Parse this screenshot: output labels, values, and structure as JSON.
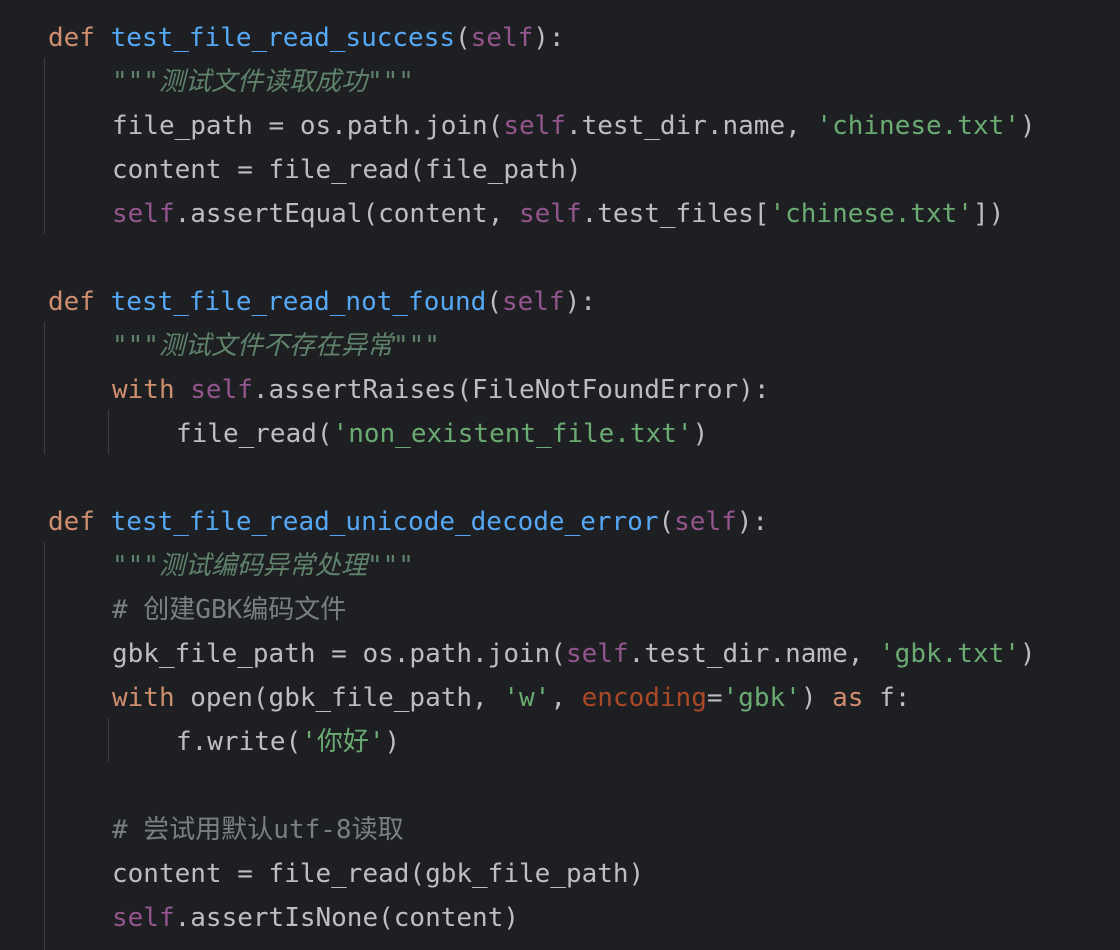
{
  "colors": {
    "background": "#1e1f22",
    "text": "#bcbec4",
    "keyword": "#cf8e6d",
    "function": "#56a8f5",
    "self": "#94558d",
    "string": "#6aab73",
    "docstring": "#5f826b",
    "comment": "#7a7e85",
    "named_param": "#aa4926",
    "indent_guide": "#3b3d42"
  },
  "code": {
    "lines": [
      {
        "indent": 0,
        "tokens": [
          {
            "t": "def",
            "k": "kw"
          },
          {
            "t": " ",
            "k": "text"
          },
          {
            "t": "test_file_read_success",
            "k": "fn"
          },
          {
            "t": "(",
            "k": "text"
          },
          {
            "t": "self",
            "k": "self"
          },
          {
            "t": "):",
            "k": "text"
          }
        ]
      },
      {
        "indent": 1,
        "tokens": [
          {
            "t": "\"\"\"测试文件读取成功\"\"\"",
            "k": "doc"
          }
        ]
      },
      {
        "indent": 1,
        "tokens": [
          {
            "t": "file_path = os.path.join(",
            "k": "text"
          },
          {
            "t": "self",
            "k": "self"
          },
          {
            "t": ".test_dir.name, ",
            "k": "text"
          },
          {
            "t": "'chinese.txt'",
            "k": "str"
          },
          {
            "t": ")",
            "k": "text"
          }
        ]
      },
      {
        "indent": 1,
        "tokens": [
          {
            "t": "content = file_read(file_path)",
            "k": "text"
          }
        ]
      },
      {
        "indent": 1,
        "tokens": [
          {
            "t": "self",
            "k": "self"
          },
          {
            "t": ".assertEqual(content, ",
            "k": "text"
          },
          {
            "t": "self",
            "k": "self"
          },
          {
            "t": ".test_files[",
            "k": "text"
          },
          {
            "t": "'chinese.txt'",
            "k": "str"
          },
          {
            "t": "])",
            "k": "text"
          }
        ]
      },
      {
        "indent": 0,
        "tokens": []
      },
      {
        "indent": 0,
        "tokens": [
          {
            "t": "def",
            "k": "kw"
          },
          {
            "t": " ",
            "k": "text"
          },
          {
            "t": "test_file_read_not_found",
            "k": "fn"
          },
          {
            "t": "(",
            "k": "text"
          },
          {
            "t": "self",
            "k": "self"
          },
          {
            "t": "):",
            "k": "text"
          }
        ]
      },
      {
        "indent": 1,
        "tokens": [
          {
            "t": "\"\"\"测试文件不存在异常\"\"\"",
            "k": "doc"
          }
        ]
      },
      {
        "indent": 1,
        "tokens": [
          {
            "t": "with",
            "k": "kw"
          },
          {
            "t": " ",
            "k": "text"
          },
          {
            "t": "self",
            "k": "self"
          },
          {
            "t": ".assertRaises(FileNotFoundError):",
            "k": "text"
          }
        ]
      },
      {
        "indent": 2,
        "tokens": [
          {
            "t": "file_read(",
            "k": "text"
          },
          {
            "t": "'non_existent_file.txt'",
            "k": "str"
          },
          {
            "t": ")",
            "k": "text"
          }
        ]
      },
      {
        "indent": 0,
        "tokens": []
      },
      {
        "indent": 0,
        "tokens": [
          {
            "t": "def",
            "k": "kw"
          },
          {
            "t": " ",
            "k": "text"
          },
          {
            "t": "test_file_read_unicode_decode_error",
            "k": "fn"
          },
          {
            "t": "(",
            "k": "text"
          },
          {
            "t": "self",
            "k": "self"
          },
          {
            "t": "):",
            "k": "text"
          }
        ]
      },
      {
        "indent": 1,
        "tokens": [
          {
            "t": "\"\"\"测试编码异常处理\"\"\"",
            "k": "doc"
          }
        ]
      },
      {
        "indent": 1,
        "tokens": [
          {
            "t": "# 创建GBK编码文件",
            "k": "cmt"
          }
        ]
      },
      {
        "indent": 1,
        "tokens": [
          {
            "t": "gbk_file_path = os.path.join(",
            "k": "text"
          },
          {
            "t": "self",
            "k": "self"
          },
          {
            "t": ".test_dir.name, ",
            "k": "text"
          },
          {
            "t": "'gbk.txt'",
            "k": "str"
          },
          {
            "t": ")",
            "k": "text"
          }
        ]
      },
      {
        "indent": 1,
        "tokens": [
          {
            "t": "with",
            "k": "kw"
          },
          {
            "t": " open(gbk_file_path, ",
            "k": "text"
          },
          {
            "t": "'w'",
            "k": "str"
          },
          {
            "t": ", ",
            "k": "text"
          },
          {
            "t": "encoding",
            "k": "param"
          },
          {
            "t": "=",
            "k": "text"
          },
          {
            "t": "'gbk'",
            "k": "str"
          },
          {
            "t": ") ",
            "k": "text"
          },
          {
            "t": "as",
            "k": "kw"
          },
          {
            "t": " f:",
            "k": "text"
          }
        ]
      },
      {
        "indent": 2,
        "tokens": [
          {
            "t": "f.write(",
            "k": "text"
          },
          {
            "t": "'你好'",
            "k": "str"
          },
          {
            "t": ")",
            "k": "text"
          }
        ]
      },
      {
        "indent": 0,
        "tokens": []
      },
      {
        "indent": 1,
        "tokens": [
          {
            "t": "# 尝试用默认utf-8读取",
            "k": "cmt"
          }
        ]
      },
      {
        "indent": 1,
        "tokens": [
          {
            "t": "content = file_read(gbk_file_path)",
            "k": "text"
          }
        ]
      },
      {
        "indent": 1,
        "tokens": [
          {
            "t": "self",
            "k": "self"
          },
          {
            "t": ".assertIsNone(content)",
            "k": "text"
          }
        ]
      }
    ]
  }
}
